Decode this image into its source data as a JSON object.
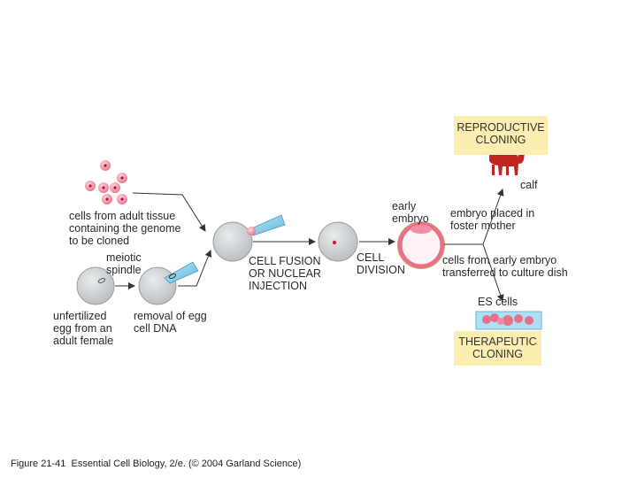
{
  "labels": {
    "adult_cells": "cells from adult tissue\ncontaining the genome\nto be cloned",
    "meiotic_spindle": "meiotic\nspindle",
    "unfertilized_egg": "unfertilized\negg from an\nadult female",
    "removal_dna": "removal of egg\ncell DNA",
    "cell_fusion": "CELL FUSION\nOR NUCLEAR\nINJECTION",
    "cell_division": "CELL\nDIVISION",
    "early_embryo": "early\nembryo",
    "embryo_placed": "embryo placed in\nfoster mother",
    "calf": "calf",
    "cells_transferred": "cells from early embryo\ntransferred to culture dish",
    "es_cells": "ES cells"
  },
  "boxes": {
    "reproductive": "REPRODUCTIVE\nCLONING",
    "therapeutic": "THERAPEUTIC\nCLONING"
  },
  "footer": "Figure 21-41  Essential Cell Biology, 2/e. (© 2004 Garland Science)"
}
